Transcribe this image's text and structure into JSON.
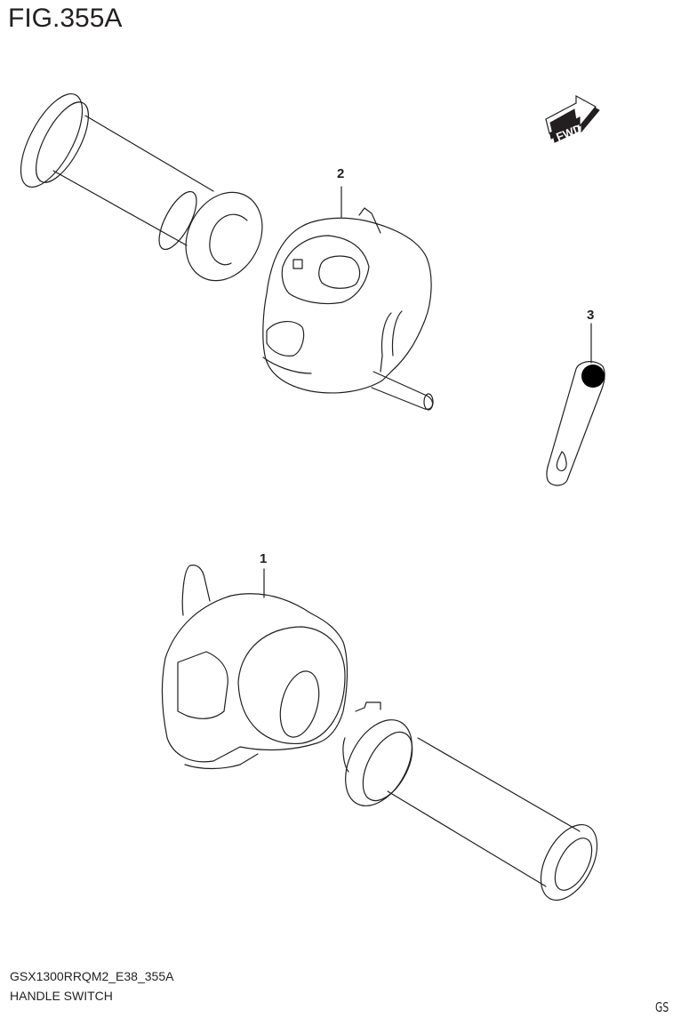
{
  "figure": {
    "title": "FIG.355A"
  },
  "fwd_arrow": {
    "label": "FWD"
  },
  "callouts": [
    {
      "number": "1",
      "part": "handle-switch-right"
    },
    {
      "number": "2",
      "part": "handle-switch-left"
    },
    {
      "number": "3",
      "part": "band"
    }
  ],
  "footer": {
    "code": "GSX1300RRQM2_E38_355A",
    "name": "HANDLE SWITCH",
    "region": "GS"
  },
  "colors": {
    "ink": "#231f20",
    "background": "#ffffff"
  }
}
